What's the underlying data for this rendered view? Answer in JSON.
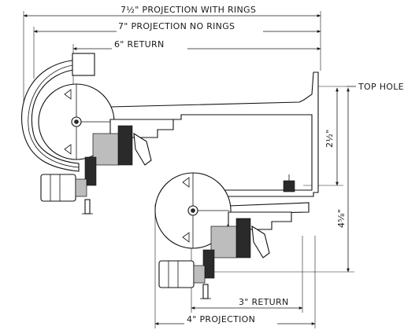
{
  "labels": {
    "projection_with_rings": "7½\" PROJECTION WITH RINGS",
    "projection_no_rings": "7\" PROJECTION NO RINGS",
    "return_6": "6\"  RETURN",
    "top_hole": "TOP HOLE",
    "height_2_5": "2½\"",
    "height_4_5": "4⁵⁄₈\"",
    "return_3": "3\" RETURN",
    "projection_4": "4\" PROJECTION"
  }
}
